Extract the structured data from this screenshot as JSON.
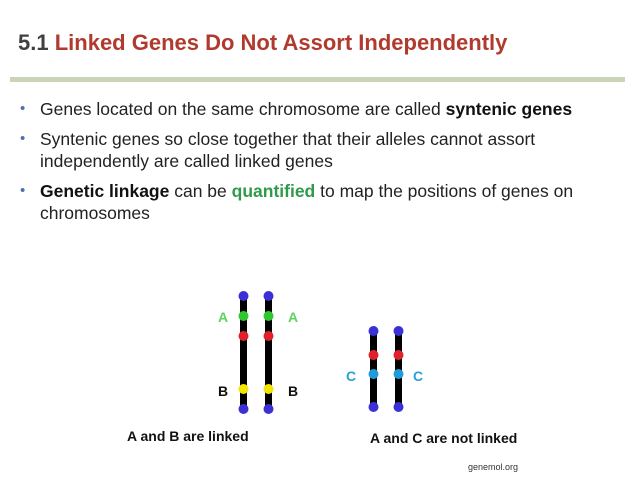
{
  "slide": {
    "title": {
      "number": "5.1",
      "text": "Linked Genes Do Not Assort Independently"
    },
    "bullets": [
      {
        "before": "Genes located on the same chromosome are called ",
        "bold": "syntenic genes",
        "after": ""
      },
      {
        "text": "Syntenic genes so close together that their alleles cannot assort independently are called linked genes"
      },
      {
        "bold": "Genetic linkage",
        "middle": " can be ",
        "green": "quantified",
        "after": " to map the positions of genes on chromosomes"
      }
    ],
    "figure": {
      "left": {
        "label_top_left": "A",
        "label_top_right": "A",
        "label_bottom_left": "B",
        "label_bottom_right": "B",
        "caption": "A and B are linked"
      },
      "right": {
        "label_left": "C",
        "label_right": "C",
        "caption": "A and C are not linked"
      }
    },
    "credit": "genemol.org",
    "colors": {
      "title_number": "#404040",
      "title_text": "#b03a2e",
      "rule": "#c9d5b5",
      "bullet": "#4b73a8",
      "quantified": "#2f9a4a",
      "centromere": "#3b2fd6",
      "gene_a": "#2ec82e",
      "gene_red": "#e0202a",
      "gene_b": "#f2e600",
      "gene_c": "#1e9bd8",
      "label_a": "#5fd35f",
      "label_c": "#2aa0d8"
    }
  }
}
